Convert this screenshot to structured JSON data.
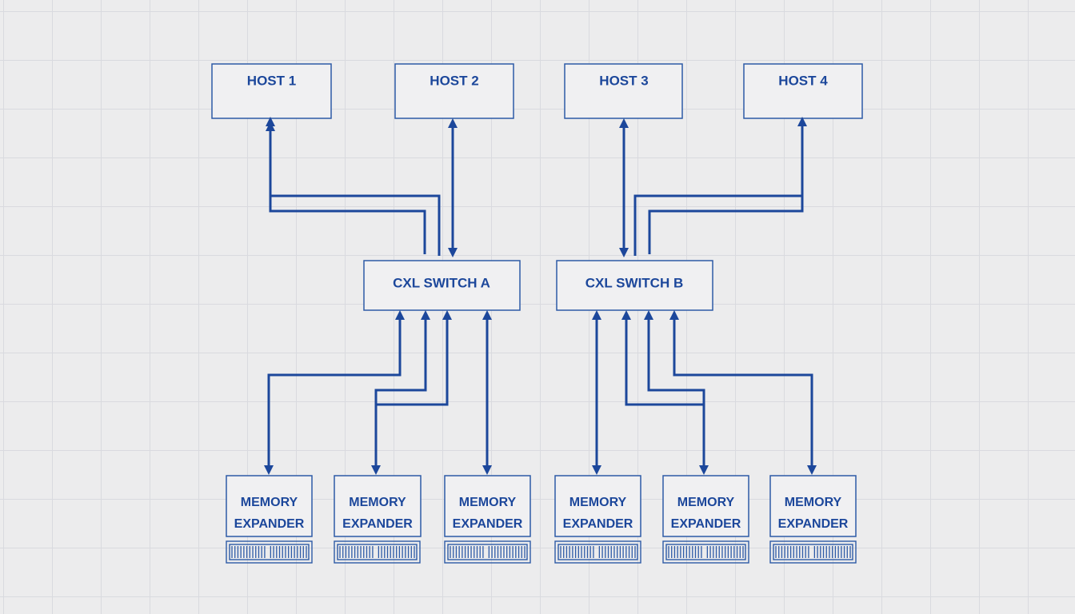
{
  "colors": {
    "stroke": "#1c479b",
    "box_border": "#2d5aa6",
    "background": "#ececed",
    "grid": "#d9dadf"
  },
  "hosts": [
    {
      "label": "HOST 1"
    },
    {
      "label": "HOST 2"
    },
    {
      "label": "HOST 3"
    },
    {
      "label": "HOST 4"
    }
  ],
  "switches": [
    {
      "label": "CXL SWITCH A"
    },
    {
      "label": "CXL SWITCH B"
    }
  ],
  "memory_expanders": [
    {
      "line1": "MEMORY",
      "line2": "EXPANDER"
    },
    {
      "line1": "MEMORY",
      "line2": "EXPANDER"
    },
    {
      "line1": "MEMORY",
      "line2": "EXPANDER"
    },
    {
      "line1": "MEMORY",
      "line2": "EXPANDER"
    },
    {
      "line1": "MEMORY",
      "line2": "EXPANDER"
    },
    {
      "line1": "MEMORY",
      "line2": "EXPANDER"
    }
  ],
  "connections": [
    {
      "from": "CXL SWITCH A",
      "to": "HOST 1"
    },
    {
      "from": "CXL SWITCH A",
      "to": "HOST 2"
    },
    {
      "from": "CXL SWITCH B",
      "to": "HOST 3"
    },
    {
      "from": "CXL SWITCH B",
      "to": "HOST 4"
    },
    {
      "from": "CXL SWITCH A",
      "to": "MEMORY EXPANDER 1"
    },
    {
      "from": "CXL SWITCH A",
      "to": "MEMORY EXPANDER 2"
    },
    {
      "from": "CXL SWITCH A",
      "to": "MEMORY EXPANDER 3"
    },
    {
      "from": "CXL SWITCH B",
      "to": "MEMORY EXPANDER 4"
    },
    {
      "from": "CXL SWITCH B",
      "to": "MEMORY EXPANDER 5"
    },
    {
      "from": "CXL SWITCH B",
      "to": "MEMORY EXPANDER 6"
    }
  ]
}
